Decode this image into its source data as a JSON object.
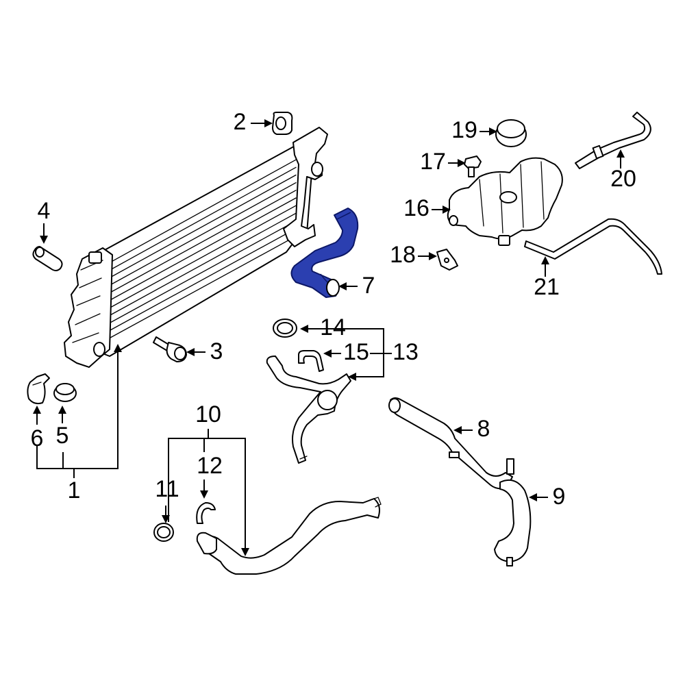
{
  "diagram": {
    "highlight_color": "#2b3fb0",
    "line_color": "#000000",
    "highlighted_part": "7",
    "callouts": [
      {
        "id": "c1",
        "label": "1"
      },
      {
        "id": "c2",
        "label": "2"
      },
      {
        "id": "c3",
        "label": "3"
      },
      {
        "id": "c4",
        "label": "4"
      },
      {
        "id": "c5",
        "label": "5"
      },
      {
        "id": "c6",
        "label": "6"
      },
      {
        "id": "c7",
        "label": "7"
      },
      {
        "id": "c8",
        "label": "8"
      },
      {
        "id": "c9",
        "label": "9"
      },
      {
        "id": "c10",
        "label": "10"
      },
      {
        "id": "c11",
        "label": "11"
      },
      {
        "id": "c12",
        "label": "12"
      },
      {
        "id": "c13",
        "label": "13"
      },
      {
        "id": "c14",
        "label": "14"
      },
      {
        "id": "c15",
        "label": "15"
      },
      {
        "id": "c16",
        "label": "16"
      },
      {
        "id": "c17",
        "label": "17"
      },
      {
        "id": "c18",
        "label": "18"
      },
      {
        "id": "c19",
        "label": "19"
      },
      {
        "id": "c20",
        "label": "20"
      },
      {
        "id": "c21",
        "label": "21"
      }
    ]
  }
}
